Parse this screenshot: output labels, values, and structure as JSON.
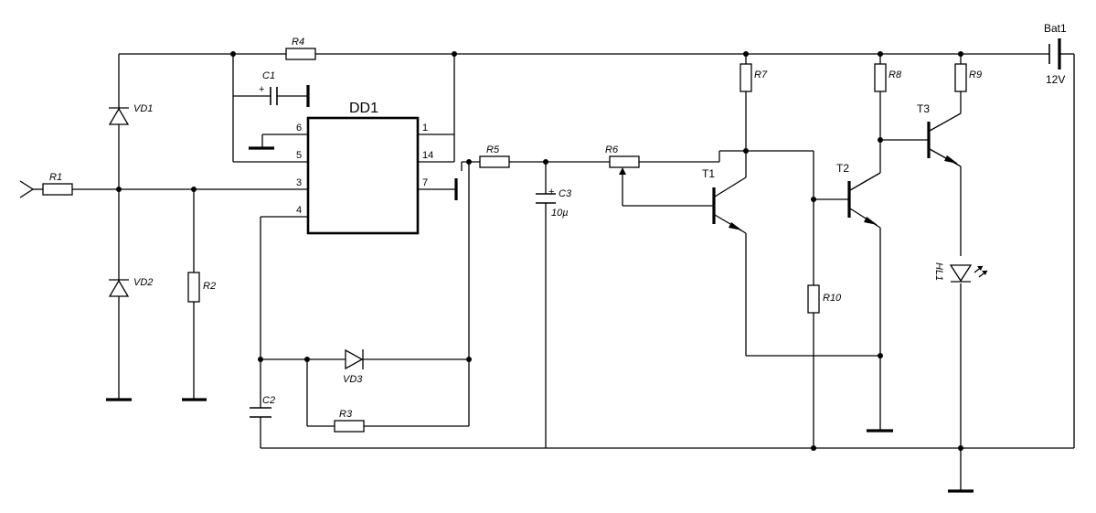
{
  "chip": {
    "name": "DD1",
    "pins": {
      "p6": "6",
      "p5": "5",
      "p3": "3",
      "p4": "4",
      "p1": "1",
      "p14": "14",
      "p7": "7"
    }
  },
  "battery": {
    "name": "Bat1",
    "voltage": "12V"
  },
  "resistors": {
    "r1": "R1",
    "r2": "R2",
    "r3": "R3",
    "r4": "R4",
    "r5": "R5",
    "r6": "R6",
    "r7": "R7",
    "r8": "R8",
    "r9": "R9",
    "r10": "R10"
  },
  "capacitors": {
    "c1": "C1",
    "c2": "C2",
    "c3": "C3",
    "c3_value": "10µ",
    "plus": "+"
  },
  "diodes": {
    "vd1": "VD1",
    "vd2": "VD2",
    "vd3": "VD3",
    "led": "HL1"
  },
  "transistors": {
    "t1": "T1",
    "t2": "T2",
    "t3": "T3"
  }
}
